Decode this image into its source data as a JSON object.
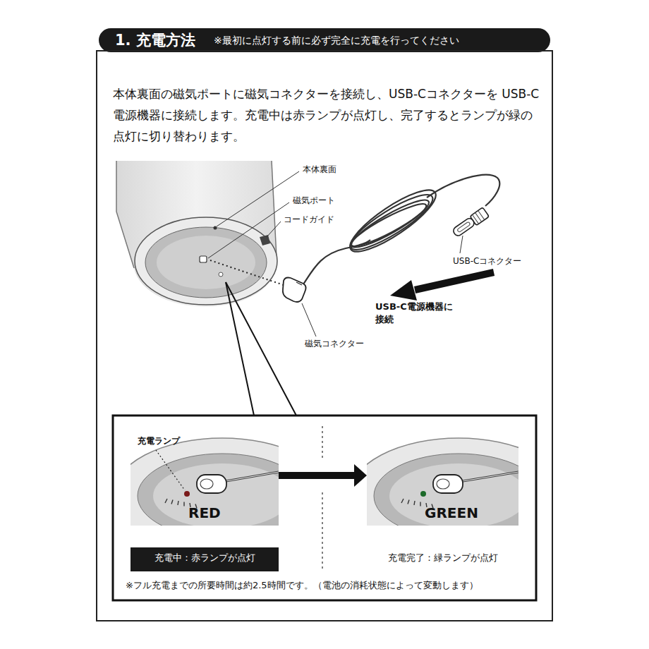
{
  "diagram": {
    "title": "1. 充電方法",
    "nodes": [
      {
        "text": [
          "※フル充電までの所要時間は約2.5時間です。（電池の消耗状態によって変動します）"
        ]
      },
      {
        "text": [
          "充電ランプ",
          "RED"
        ],
        "in": 0
      },
      {
        "text": [
          "充電中：赤ランプが点灯"
        ],
        "in": 0
      },
      {
        "text": [
          "GREEN"
        ],
        "in": 0
      },
      {
        "text": [
          "充電完了：緑ランプが点灯"
        ],
        "in": 0
      }
    ],
    "edges": [
      {
        "from": 1,
        "to": 3,
        "arrow": "to"
      }
    ],
    "labels": [
      "※最初に点灯する前に必ず完全に充電を行ってください",
      "本体裏面の磁気ポートに磁気コネクターを接続し、USB-Cコネクターを USB-C電源機器に接続します。充電中は赤ランプが点灯し、完了するとランプが緑の点灯に切り替わります。",
      "本体裏面",
      "磁気ポート",
      "コードガイド",
      "USB-Cコネクター",
      "USB-C電源機器に接続",
      "磁気コネクター"
    ]
  }
}
